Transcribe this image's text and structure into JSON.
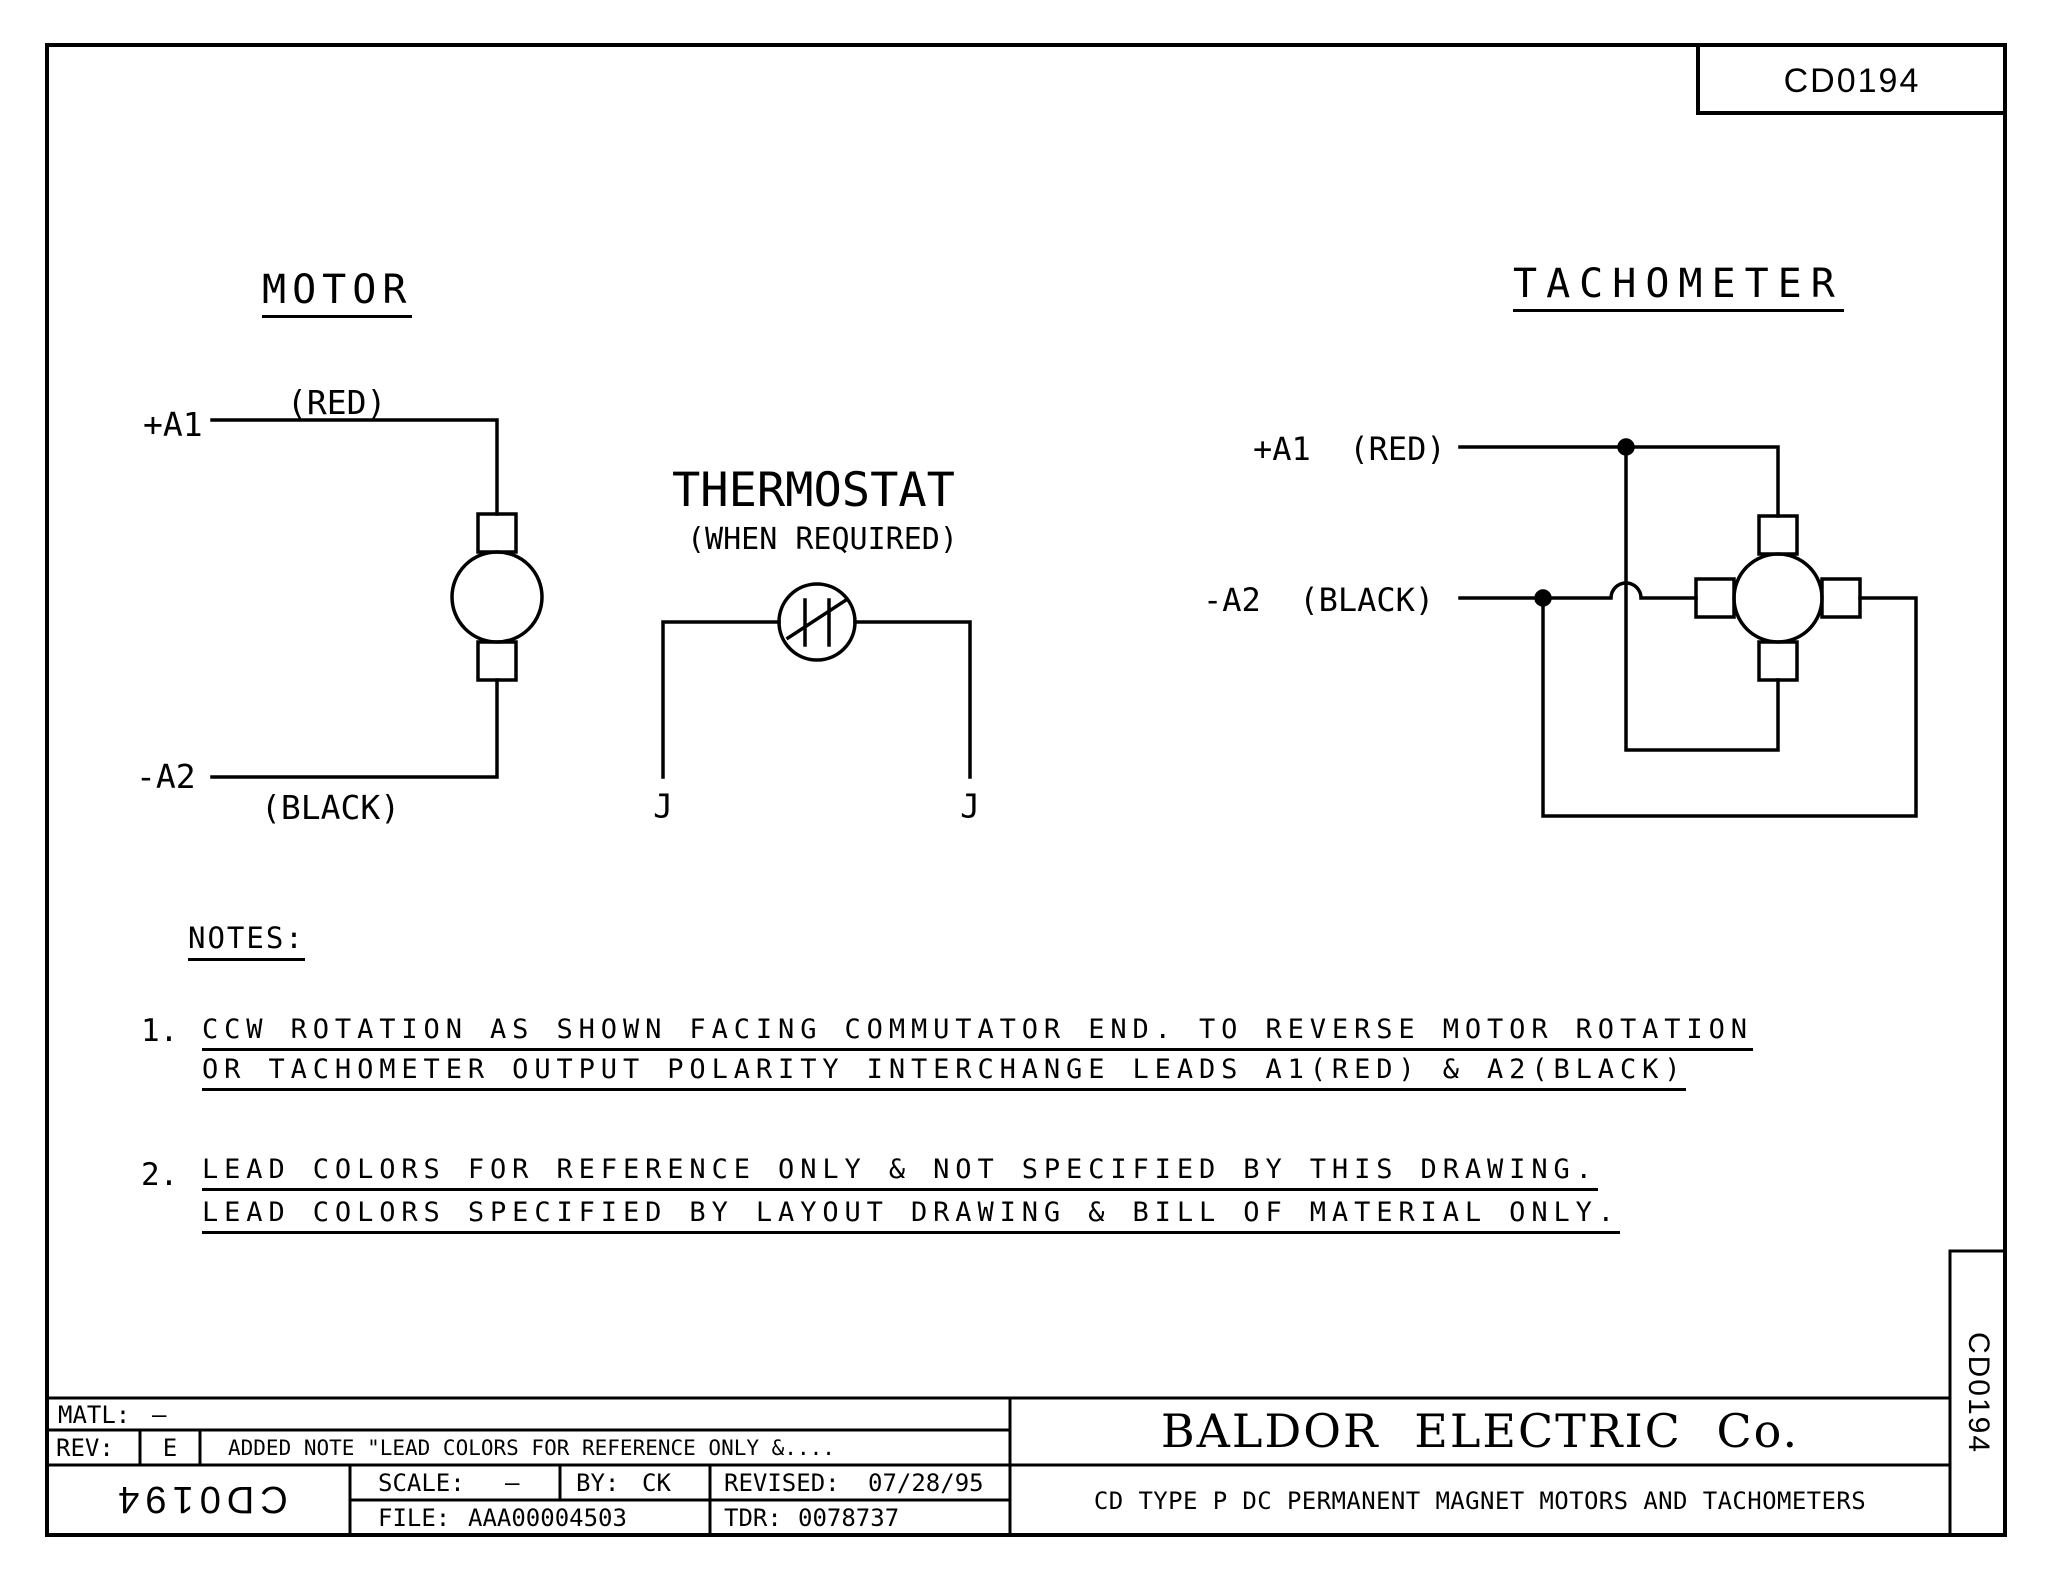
{
  "sheet": {
    "corner_id": "CD0194",
    "side_strip_id": "CD0194",
    "stamp_rotated_id": "CD0194",
    "line_color": "#000000",
    "background_color": "#ffffff"
  },
  "motor": {
    "title": "MOTOR",
    "lead_a1": "+A1",
    "lead_a1_color": "(RED)",
    "lead_a2": "-A2",
    "lead_a2_color": "(BLACK)"
  },
  "thermostat": {
    "title": "THERMOSTAT",
    "subtitle": "(WHEN REQUIRED)",
    "lead_left": "J",
    "lead_right": "J"
  },
  "tachometer": {
    "title": "TACHOMETER",
    "lead_a1": "+A1  (RED)",
    "lead_a2": "-A2  (BLACK)"
  },
  "notes": {
    "heading": "NOTES:",
    "items": [
      {
        "number": "1.",
        "line1": "CCW ROTATION AS SHOWN FACING COMMUTATOR END. TO REVERSE MOTOR ROTATION",
        "line2": "OR TACHOMETER OUTPUT POLARITY INTERCHANGE LEADS A1(RED) & A2(BLACK)"
      },
      {
        "number": "2.",
        "line1": "LEAD COLORS FOR REFERENCE ONLY & NOT SPECIFIED BY THIS DRAWING.",
        "line2": "LEAD COLORS SPECIFIED BY LAYOUT DRAWING & BILL OF MATERIAL ONLY."
      }
    ]
  },
  "title_block": {
    "matl_label": "MATL:",
    "matl_value": "–",
    "rev_label": "REV:",
    "rev_value": "E",
    "rev_description": "ADDED NOTE \"LEAD COLORS FOR REFERENCE ONLY &....",
    "scale_label": "SCALE:",
    "scale_value": "–",
    "by_label": "BY:",
    "by_value": "CK",
    "revised_label": "REVISED:",
    "revised_value": "07/28/95",
    "file_label": "FILE:",
    "file_value": "AAA00004503",
    "tdr_label": "TDR:",
    "tdr_value": "0078737",
    "company": "BALDOR ELECTRIC Co.",
    "description": "CD TYPE P DC PERMANENT MAGNET MOTORS AND TACHOMETERS"
  }
}
